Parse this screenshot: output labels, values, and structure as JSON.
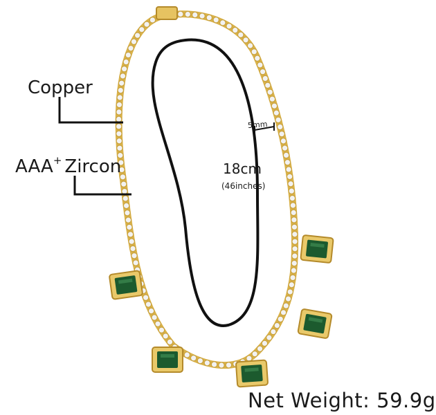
{
  "callouts": {
    "material": "Copper",
    "stone_prefix": "AAA",
    "stone_sup": "+",
    "stone_suffix": "Zircon"
  },
  "dimensions": {
    "length": "18cm",
    "length_alt": "(46inches)",
    "width": "5mm"
  },
  "weight_label": "Net Weight: 59.9g",
  "colors": {
    "gold": "#d9b24a",
    "stone_green": "#1c5a2e",
    "diamond": "#f2f2f2",
    "outline": "#111111"
  }
}
